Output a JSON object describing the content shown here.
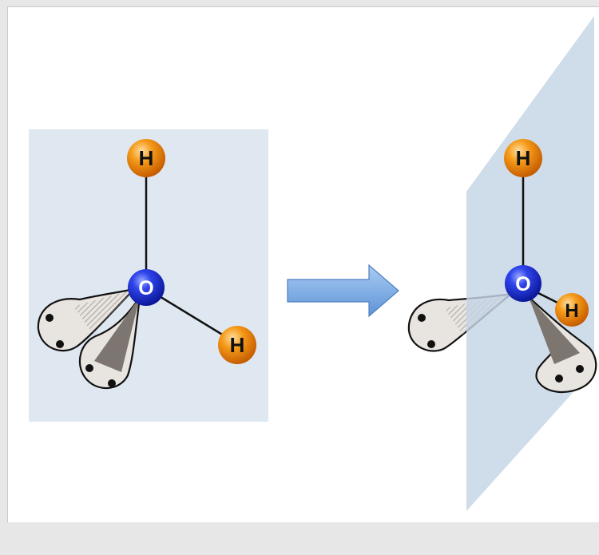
{
  "left_molecule": {
    "top_hydrogen": "H",
    "oxygen": "O",
    "right_hydrogen": "H"
  },
  "right_molecule": {
    "top_hydrogen": "H",
    "oxygen": "O",
    "side_hydrogen": "H"
  },
  "colors": {
    "oxygen": "#1f2fd0",
    "hydrogen": "#f08a0c",
    "left_panel": "#dfe7f1",
    "mirror_plane": "#c4d4e4",
    "arrow": "#78a9e2",
    "lone_pair": "#e8e4e0",
    "wedge": "#7d7670"
  },
  "icons": {
    "arrow": "right-arrow-icon"
  }
}
